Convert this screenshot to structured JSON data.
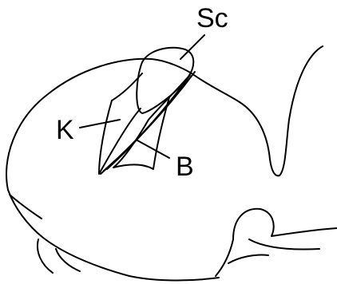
{
  "labels": {
    "sc": "Sc",
    "k": "K",
    "b": "B"
  },
  "colors": {
    "ink": "#000000",
    "paper": "#ffffff"
  }
}
